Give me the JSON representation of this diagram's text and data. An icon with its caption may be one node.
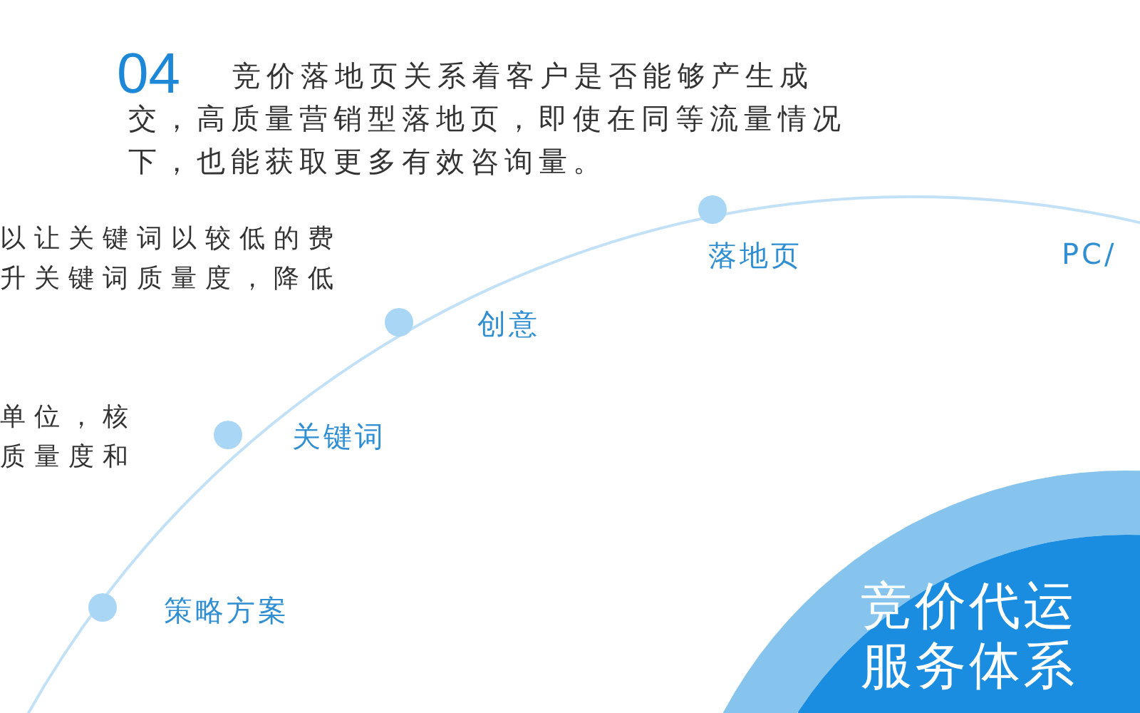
{
  "diagram": {
    "nodes": [
      {
        "text": [
          "竞价代运服务体系"
        ]
      }
    ],
    "edges": [],
    "labels": [
      "04",
      "竞价落地页关系着客户是否能够产生成交，高质量营销型落地页，即使在同等流量情况下，也能获取更多有效咨询量。",
      "以让关键词以较低的费",
      "升关键词质量度，降低",
      "落地页",
      "PC/",
      "创意",
      "单位，核",
      "关键词",
      "质量度和",
      "策略方案"
    ]
  }
}
